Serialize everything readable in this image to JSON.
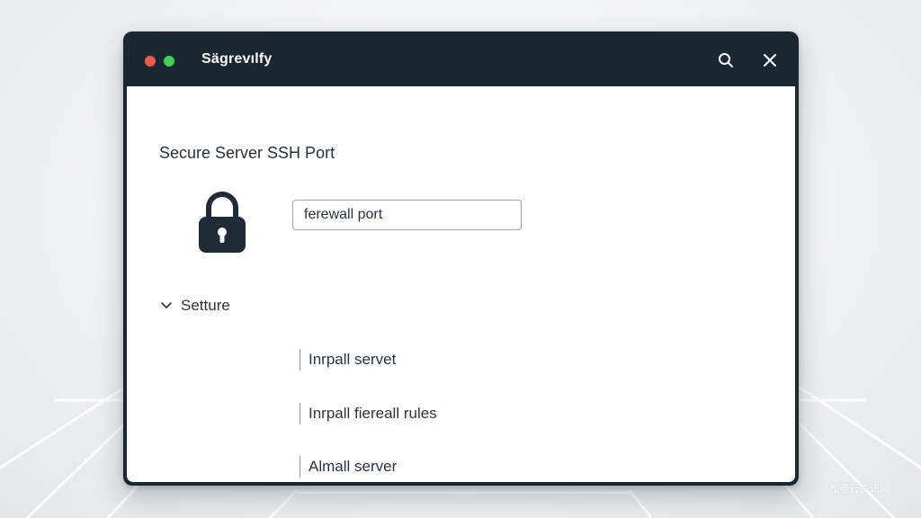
{
  "window": {
    "title": "Sägrevılfy",
    "controls": [
      "close-dot",
      "maximize-dot"
    ],
    "icons": {
      "search": "search-icon",
      "close": "close-icon"
    }
  },
  "main": {
    "page_title": "Secure Server SSH Port",
    "lock_icon": "lock-icon",
    "port_input": {
      "value": "ferewall port",
      "placeholder": ""
    },
    "section": {
      "label": "Setture",
      "expanded": true,
      "items": [
        {
          "label": "Inrpall servet"
        },
        {
          "label": "Inrpall fiereall rules"
        },
        {
          "label": "Almall server"
        }
      ]
    }
  },
  "watermark": "九号云资讯网",
  "colors": {
    "titlebar": "#1a2733",
    "close_dot": "#ee5b4b",
    "green_dot": "#3fcf52",
    "text": "#2b343c"
  }
}
